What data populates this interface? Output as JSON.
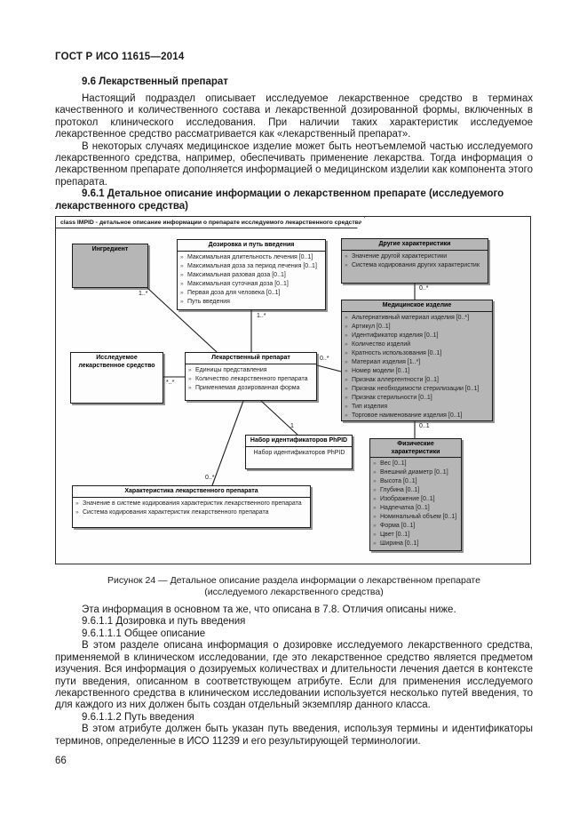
{
  "page": {
    "header": "ГОСТ Р ИСО 11615—2014",
    "page_number": "66"
  },
  "sections": {
    "h96": "9.6 Лекарственный препарат",
    "p1": "Настоящий подраздел описывает исследуемое лекарственное средство в терминах качественного и количественного состава и лекарственной дозированной формы, включенных в протокол клинического исследования. При наличии таких характеристик исследуемое лекарственное средство рассматривается как «лекарственный препарат».",
    "p2": "В некоторых случаях медицинское изделие может быть неотъемлемой частью исследуемого лекарственного средства, например, обеспечивать применение лекарства. Тогда информация о лекарственном препарате дополняется информацией о медицинском изделии как компонента этого препарата.",
    "h961": "9.6.1 Детальное описание информации о лекарственном препарате (исследуемого лекарственного средства)"
  },
  "figure": {
    "frame_label": "class IMPID - детальное описание информации о препарате исследуемого лекарственного средства",
    "caption_line1": "Рисунок 24 — Детальное описание раздела информации о лекарственном препарате",
    "caption_line2": "(исследуемого лекарственного средства)",
    "classes": [
      {
        "id": "ingredient",
        "title": "Ингредиент",
        "fill": "gray",
        "attributes": []
      },
      {
        "id": "dosage-route",
        "title": "Дозировка и путь введения",
        "fill": "white",
        "attributes": [
          "Максимальная длительность лечения [0..1]",
          "Максимальная доза за период лечения [0..1]",
          "Максимальная разовая доза [0..1]",
          "Максимальная суточная доза [0..1]",
          "Первая доза для человека [0..1]",
          "Путь введения"
        ]
      },
      {
        "id": "other-characteristics",
        "title": "Другие характеристики",
        "fill": "gray",
        "attributes": [
          "Значение другой характеристики",
          "Система кодирования других характеристик"
        ]
      },
      {
        "id": "medical-device",
        "title": "Медицинское изделие",
        "fill": "gray",
        "attributes": [
          "Альтернативный материал изделия [0..*]",
          "Артикул [0..1]",
          "Идентификатор изделия [0..1]",
          "Количество изделий",
          "Кратность использования [0..1]",
          "Материал изделия [1..*]",
          "Номер модели [0..1]",
          "Признак аллергентности [0..1]",
          "Признак необходимости стерилизации [0..1]",
          "Признак стерильности [0..1]",
          "Тип изделия",
          "Торговое наименование изделия [0..1]"
        ]
      },
      {
        "id": "investigational-mp",
        "title": "Исследуемое лекарственное средство",
        "fill": "white",
        "attributes": []
      },
      {
        "id": "medicinal-product",
        "title": "Лекарственный препарат",
        "fill": "white",
        "attributes": [
          "Единицы представления",
          "Количество лекарственного препарата",
          "Применяемая дозированная форма"
        ]
      },
      {
        "id": "phpid-set",
        "title": "Набор идентификаторов PhPID",
        "fill": "white",
        "attributes": [
          "Набор идентификаторов PhPID"
        ]
      },
      {
        "id": "physical-characteristics",
        "title": "Физические характеристики",
        "fill": "gray",
        "attributes": [
          "Вес [0..1]",
          "Внешний диаметр [0..1]",
          "Высота [0..1]",
          "Глубина [0..1]",
          "Изображение [0..1]",
          "Надпечатка [0..1]",
          "Номинальный объем [0..1]",
          "Форма [0..1]",
          "Цвет [0..1]",
          "Ширина [0..1]"
        ]
      },
      {
        "id": "mp-characteristic",
        "title": "Характеристика лекарственного препарата",
        "fill": "white",
        "attributes": [
          "Значение в системе кодирования характеристик лекарственного препарата",
          "Система кодирования характеристик лекарственного препарата"
        ]
      }
    ],
    "multiplicities": [
      {
        "id": "ingredient-to-mp",
        "label": "1..*"
      },
      {
        "id": "dosage-to-mp",
        "label": "1..*"
      },
      {
        "id": "other-to-device",
        "label": "0..*"
      },
      {
        "id": "mp-to-device",
        "label": "0..*"
      },
      {
        "id": "imp-to-mp",
        "label": "*..*"
      },
      {
        "id": "mp-to-phpid",
        "label": "1"
      },
      {
        "id": "mp-to-characteristic",
        "label": "0..*"
      },
      {
        "id": "device-to-physical",
        "label": "0..1"
      }
    ]
  },
  "after_figure": {
    "p3": "Эта информация в основном та же, что описана в 7.8. Отличия описаны ниже.",
    "h9611": "9.6.1.1 Дозировка и путь введения",
    "h96111": "9.6.1.1.1 Общее описание",
    "p4": "В этом разделе описана информация о дозировке исследуемого лекарственного средства, применяемой в клиническом исследовании, где это лекарственное средство является предметом изучения. Вся информация о дозируемых количествах и длительности лечения дается в контексте пути введения, описанном в соответствующем атрибуте. Если для применения исследуемого лекарственного средства в клиническом исследовании используется несколько путей введения, то для каждого из них должен быть создан отдельный экземпляр данного класса.",
    "h96112": "9.6.1.1.2 Путь введения",
    "p5": "В этом атрибуте должен быть указан путь введения, используя термины и идентификаторы терминов, определенные в ИСО 11239 и его результирующей терминологии."
  }
}
